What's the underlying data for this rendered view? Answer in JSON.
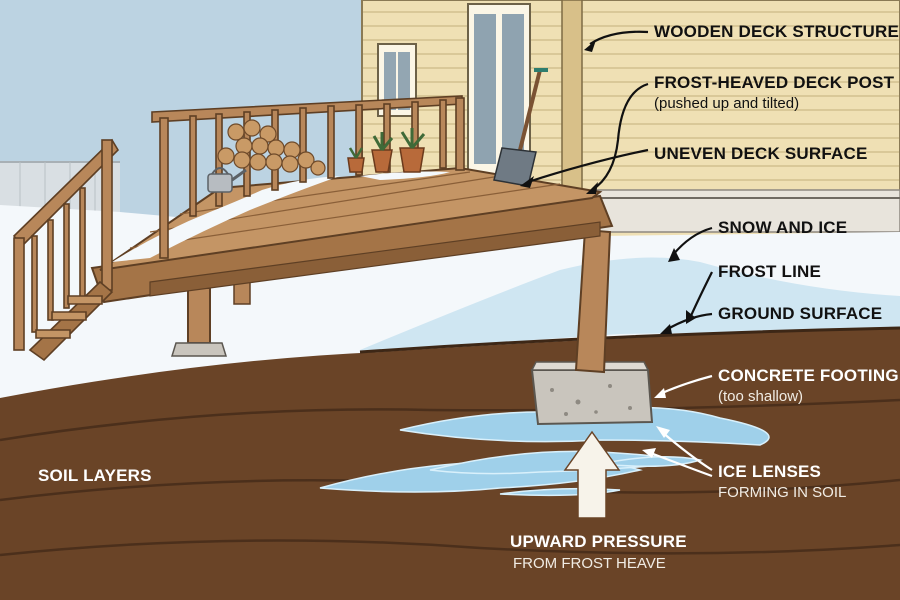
{
  "labels": {
    "deck_structure": "WOODEN DECK STRUCTURE",
    "heaved_post": "FROST-HEAVED DECK POST",
    "heaved_post_note": "(pushed up and tilted)",
    "uneven_surface": "UNEVEN DECK SURFACE",
    "snow_ice": "SNOW AND ICE",
    "frost_line": "FROST LINE",
    "ground_surface": "GROUND SURFACE",
    "footing": "CONCRETE FOOTING",
    "footing_note": "(too shallow)",
    "ice_lenses": "ICE LENSES",
    "ice_lenses_note": "FORMING IN SOIL",
    "soil_layers": "SOIL LAYERS",
    "pressure": "UPWARD PRESSURE",
    "pressure_note": "FROM FROST HEAVE"
  },
  "colors": {
    "sky": "#bcd3e2",
    "siding": "#efe0b4",
    "wood": "#b8875a",
    "wood_dark": "#7a5233",
    "snow": "#f4f8fb",
    "ice": "#9fd0ea",
    "soil": "#6a4427",
    "soil_dark": "#4b2f1b",
    "concrete": "#c9c5bd",
    "label_dark": "#111111",
    "label_light": "#ffffff"
  },
  "icons": [
    "firewood-stack-icon",
    "watering-can-icon",
    "potted-plant-icon",
    "snow-shovel-icon",
    "upward-arrow-icon"
  ]
}
